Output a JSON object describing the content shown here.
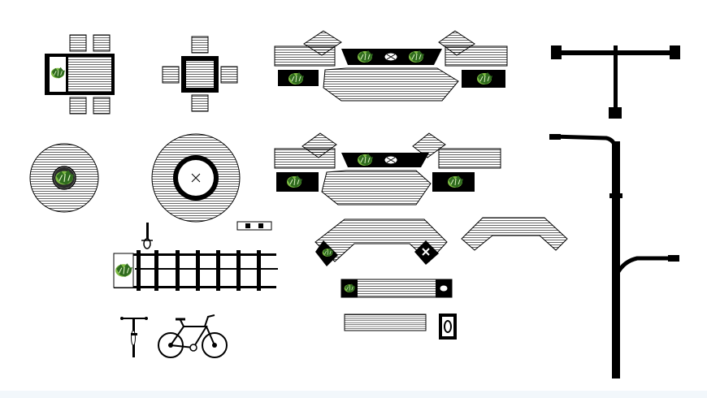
{
  "drawing": {
    "type": "cad-street-furniture-plan",
    "colors": {
      "line": "#000000",
      "background": "#ffffff",
      "plant_light": "#7dbb42",
      "plant_dark": "#2f6b1e",
      "footer": "#f2f7fb"
    },
    "components": [
      "dining-table-set",
      "small-table-set",
      "planter-bench-long-1",
      "planter-bench-long-2",
      "street-lamp-double",
      "round-planter",
      "round-tree-bench",
      "small-bench-detail",
      "bike-rack",
      "curved-planter-bench",
      "curved-bench",
      "straight-planter-bench",
      "straight-bench",
      "waste-bin",
      "bicycle-front-view",
      "bicycle-side-view",
      "street-lamp-tall"
    ]
  }
}
